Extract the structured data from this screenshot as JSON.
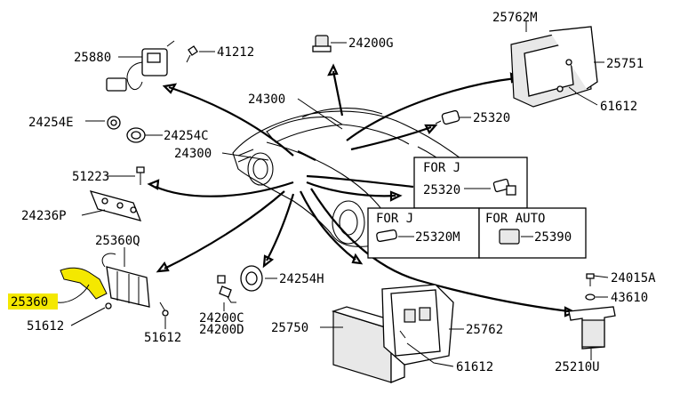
{
  "part_numbers": {
    "p25762M": "25762M",
    "p25880": "25880",
    "p41212": "41212",
    "p24200G": "24200G",
    "p25751": "25751",
    "p24300_top": "24300",
    "p61612_top": "61612",
    "p24254E": "24254E",
    "p24254C": "24254C",
    "p25320": "25320",
    "p24300_mid": "24300",
    "p51223": "51223",
    "p24236P": "24236P",
    "p25360Q": "25360Q",
    "p25360": "25360",
    "p51612_left": "51612",
    "p51612_bottom": "51612",
    "p24254H": "24254H",
    "p24200C": "24200C",
    "p24200D": "24200D",
    "p25750": "25750",
    "p25762": "25762",
    "p61612_bottom": "61612",
    "p24015A": "24015A",
    "p43610": "43610",
    "p25210U": "25210U"
  },
  "boxes": {
    "for_j_top": {
      "title": "FOR J",
      "part": "25320"
    },
    "for_j_bottom": {
      "title": "FOR J",
      "part": "25320M"
    },
    "for_auto": {
      "title": "FOR AUTO",
      "part": "25390"
    }
  },
  "highlight": {
    "part": "25360",
    "color": "#f4e800"
  }
}
